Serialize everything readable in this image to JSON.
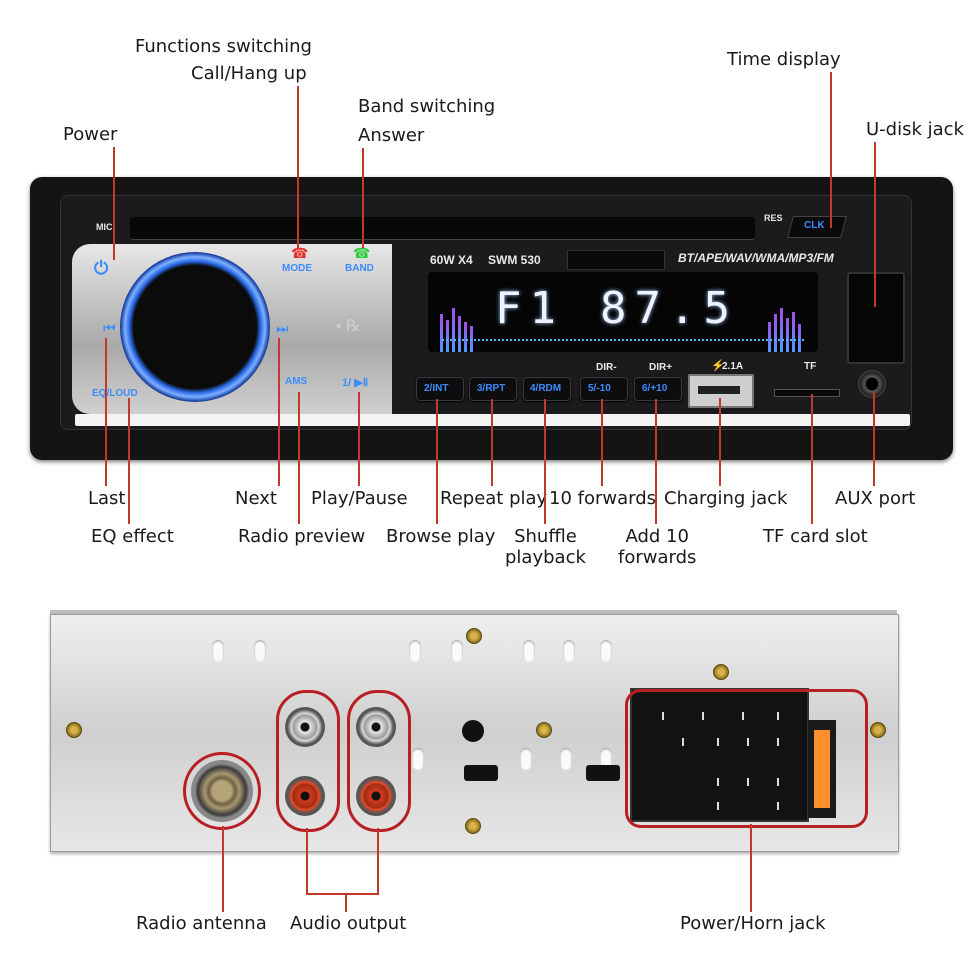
{
  "panel": {
    "mic": "MIC",
    "res": "RES",
    "clk": "CLK",
    "power_text": "60W X4",
    "model": "SWM 530",
    "formats": "BT/APE/WAV/WMA/MP3/FM",
    "display_band": "F1",
    "display_freq": "87.5",
    "mode": "MODE",
    "band": "BAND",
    "ams": "AMS",
    "play_pause": "1/ ▶Ⅱ",
    "eq_loud": "EQ/LOUD",
    "buttons": [
      "2/INT",
      "3/RPT",
      "4/RDM",
      "5/-10",
      "6/+10"
    ],
    "dir_minus": "DIR-",
    "dir_plus": "DIR+",
    "usb_current": "2.1A",
    "tf": "TF"
  },
  "labels": {
    "functions_switching": "Functions switching",
    "call_hang_up": "Call/Hang up",
    "band_switching": "Band switching",
    "answer": "Answer",
    "power": "Power",
    "time_display": "Time display",
    "u_disk_jack": "U-disk jack",
    "last": "Last",
    "next": "Next",
    "play_pause": "Play/Pause",
    "repeat_play": "Repeat play",
    "ten_forwards": "10 forwards",
    "charging_jack": "Charging jack",
    "aux_port": "AUX port",
    "eq_effect": "EQ effect",
    "radio_preview": "Radio preview",
    "browse_play": "Browse play",
    "shuffle_playback": "Shuffle\nplayback",
    "add_10_forwards": "Add 10\nforwards",
    "tf_card_slot": "TF card slot",
    "radio_antenna": "Radio antenna",
    "audio_output": "Audio output",
    "power_horn_jack": "Power/Horn jack"
  },
  "colors": {
    "leader_line": "#c0392b",
    "accent_blue": "#3d8cff",
    "highlight_red": "#b81f24"
  }
}
